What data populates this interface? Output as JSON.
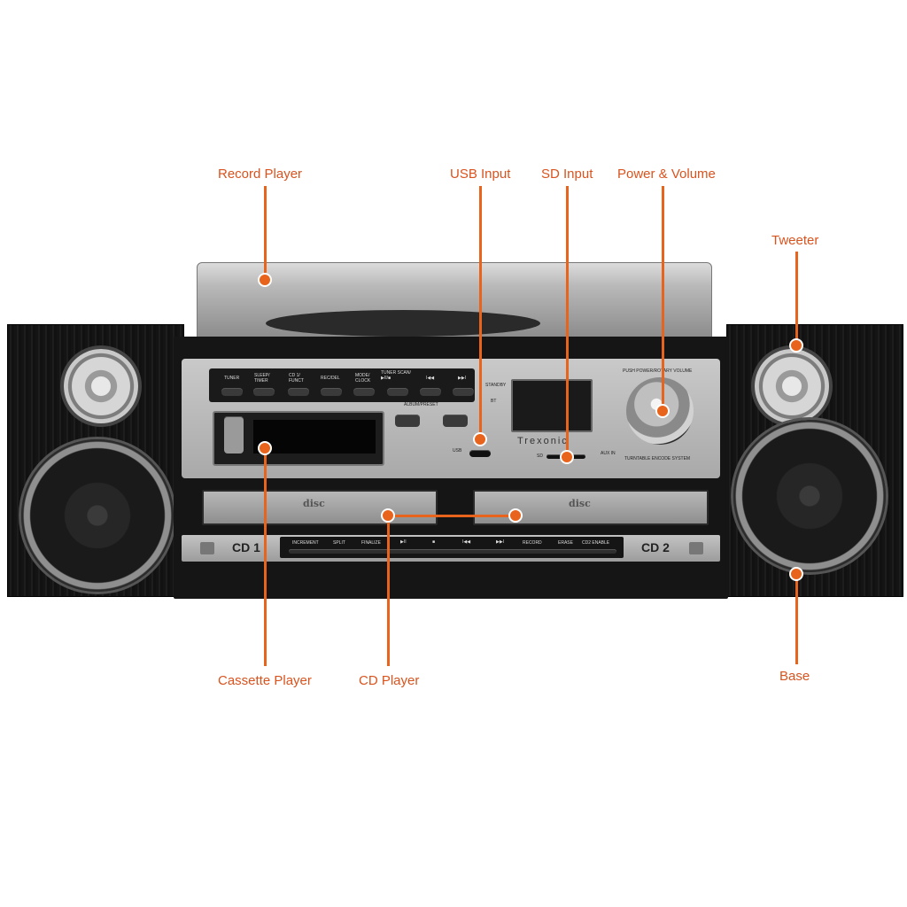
{
  "callouts": {
    "record_player": "Record Player",
    "usb_input": "USB Input",
    "sd_input": "SD Input",
    "power_volume": "Power & Volume",
    "tweeter": "Tweeter",
    "cassette_player": "Cassette Player",
    "cd_player": "CD Player",
    "base": "Base"
  },
  "device": {
    "brand": "Trexonic",
    "cd1_label": "CD 1",
    "cd2_label": "CD 2",
    "cd_logo": "disc",
    "top_buttons": [
      "TUNER",
      "SLEEP/ TIMER",
      "CD 1/ FUNCT",
      "REC/DEL",
      "MODE/ CLOCK",
      "TUNER SCAN/ ▶II/■",
      "I◀◀",
      "▶▶I"
    ],
    "album_preset": "ALBUM/PRESET",
    "standby": "STANDBY",
    "bt": "BT",
    "usb": "USB",
    "sd": "SD",
    "aux": "AUX IN",
    "knob_label": "PUSH POWER/ROTARY VOLUME",
    "encode": "TURNTABLE ENCODE SYSTEM",
    "cd_controls": [
      "INCREMENT",
      "SPLIT",
      "FINALIZE",
      "▶II",
      "■",
      "I◀◀",
      "▶▶I",
      "RECORD",
      "ERASE",
      "CD2 ENABLE"
    ]
  },
  "colors": {
    "accent": "#e8641c",
    "label": "#d9531e"
  }
}
